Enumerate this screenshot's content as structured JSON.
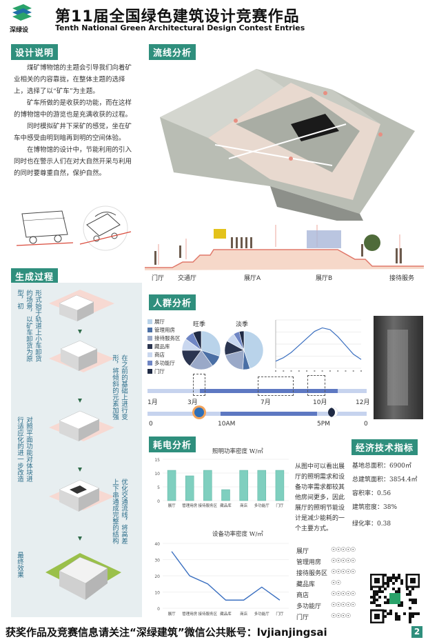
{
  "header": {
    "logo_text": "深绿设",
    "title_cn": "第11届全国绿色建筑设计竞赛作品",
    "title_en": "Tenth National Green Architectural Design Contest Entries"
  },
  "design": {
    "heading": "设计说明",
    "paragraphs": [
      "煤矿博物馆的主题会引导我们向着矿业相关的内容靠拢，在整体主题的选择上，选择了以“矿车”为主题。",
      "矿车所做的是收获的功能，而在这样的博物馆中的游览也是充满收获的过程。",
      "同时模拟矿井下采矿的感觉，坐在矿车中感受由明到暗再到明的空间体验。",
      "在博物馆的设计中，节能利用的引入同时也在警示人们在对大自然开采与利用的同时要尊重自然，保护自然。"
    ]
  },
  "flow": {
    "heading": "流线分析",
    "stations": [
      "门厅",
      "交通厅",
      "展厅A",
      "展厅B",
      "接待服务"
    ]
  },
  "process": {
    "heading": "生成过程",
    "steps": [
      "形式始于轨道上小车卸货的场景，以矿车卸货为原型，初",
      "在之前的基础上进行变形，将倾斜的元素加强",
      "对照平面功能对体块进行适应化的进一步改造",
      "优化交通流线，将高差上下串通成完整的结构",
      "最终效果"
    ]
  },
  "crowd": {
    "heading": "人群分析",
    "legend": [
      {
        "label": "展厅",
        "color": "#b9d3ea"
      },
      {
        "label": "管理用房",
        "color": "#4a6fa5"
      },
      {
        "label": "接待服务区",
        "color": "#9aa9c8"
      },
      {
        "label": "藏品库",
        "color": "#2b3550"
      },
      {
        "label": "商店",
        "color": "#c9d7ef"
      },
      {
        "label": "多功能厅",
        "color": "#6f86c4"
      },
      {
        "label": "门厅",
        "color": "#1f2a44"
      }
    ],
    "peak_label": "旺季",
    "off_label": "淡季",
    "months": [
      "1月",
      "3月",
      "7月",
      "10月",
      "12月"
    ],
    "hours": [
      "0",
      "10AM",
      "5PM",
      "0"
    ]
  },
  "chart_data": [
    {
      "type": "pie",
      "title": "旺季",
      "categories": [
        "展厅",
        "管理用房",
        "接待服务区",
        "藏品库",
        "商店",
        "多功能厅",
        "门厅"
      ],
      "values": [
        30,
        10,
        20,
        15,
        10,
        8,
        7
      ]
    },
    {
      "type": "pie",
      "title": "淡季",
      "categories": [
        "展厅",
        "管理用房",
        "接待服务区",
        "藏品库",
        "商店",
        "多功能厅",
        "门厅"
      ],
      "values": [
        45,
        6,
        20,
        12,
        8,
        5,
        4
      ]
    },
    {
      "type": "line",
      "title": "",
      "x": [
        1,
        2,
        3,
        4,
        5,
        6,
        7,
        8,
        9,
        10,
        11,
        12
      ],
      "series": [
        {
          "values": [
            8,
            12,
            18,
            26,
            34,
            42,
            46,
            44,
            36,
            26,
            16,
            10
          ]
        }
      ],
      "ylim": [
        0,
        55
      ]
    },
    {
      "type": "bar",
      "title": "照明功率密度 W/㎡",
      "categories": [
        "展厅",
        "管理用房",
        "接待服务区",
        "藏品库",
        "商店",
        "多功能厅",
        "门厅"
      ],
      "values": [
        11,
        9,
        11,
        4,
        11,
        11,
        11
      ],
      "ylim": [
        0,
        15
      ]
    },
    {
      "type": "line",
      "title": "设备功率密度 W/㎡",
      "categories": [
        "展厅",
        "管理用房",
        "接待服务区",
        "藏品库",
        "商店",
        "多功能厅",
        "门厅"
      ],
      "series": [
        {
          "values": [
            35,
            20,
            15,
            5,
            5,
            13,
            5
          ]
        }
      ],
      "ylim": [
        0,
        40
      ]
    }
  ],
  "power": {
    "heading": "耗电分析",
    "bar_title": "照明功率密度 W/㎡",
    "bar_ticks": [
      "15",
      "10",
      "5",
      "0"
    ],
    "line_title": "设备功率密度 W/㎡",
    "line_ticks": [
      "40",
      "30",
      "20",
      "10",
      "0"
    ],
    "x_labels": [
      "展厅",
      "管理用房",
      "接待服务区",
      "藏品库",
      "商店",
      "多功能厅",
      "门厅"
    ],
    "note": "从图中可以看出展厅的照明需求和设备功率需求都较其他房间更多，因此展厅的照明节能设计是减少能耗的一个主要方式。",
    "ranking": [
      {
        "name": "展厅",
        "n": 5
      },
      {
        "name": "管理用房",
        "n": 5
      },
      {
        "name": "接待服务区",
        "n": 5
      },
      {
        "name": "藏品库",
        "n": 2
      },
      {
        "name": "商店",
        "n": 5
      },
      {
        "name": "多功能厅",
        "n": 5
      },
      {
        "name": "门厅",
        "n": 4
      }
    ]
  },
  "econ": {
    "heading": "经济技术指标",
    "items": [
      "基地总面积：6900㎡",
      "总建筑面积：3854.4㎡",
      "容积率：0.56",
      "建筑密度：38%",
      "绿化率：0.38"
    ]
  },
  "footer": {
    "text": "获奖作品及竞赛信息请关注“深绿建筑”微信公共账号：lvjianjingsai",
    "page": "2"
  },
  "colors": {
    "accent": "#2f8f7d",
    "bar": "#7fcfbf",
    "line": "#3a6fc0",
    "peach": "#f4c8b5"
  }
}
